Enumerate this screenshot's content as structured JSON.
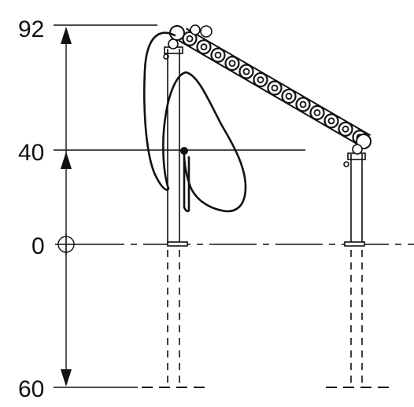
{
  "drawing": {
    "dimensions": [
      {
        "label": "92",
        "value": 92
      },
      {
        "label": "40",
        "value": 40
      },
      {
        "label": "0",
        "value": 0
      },
      {
        "label": "60",
        "value": 60
      }
    ],
    "symbols": {
      "datum_marker": "datum-circle-crosshair-icon",
      "arrow": "arrowhead-icon"
    },
    "colors": {
      "line": "#111111",
      "background": "#ffffff"
    }
  }
}
